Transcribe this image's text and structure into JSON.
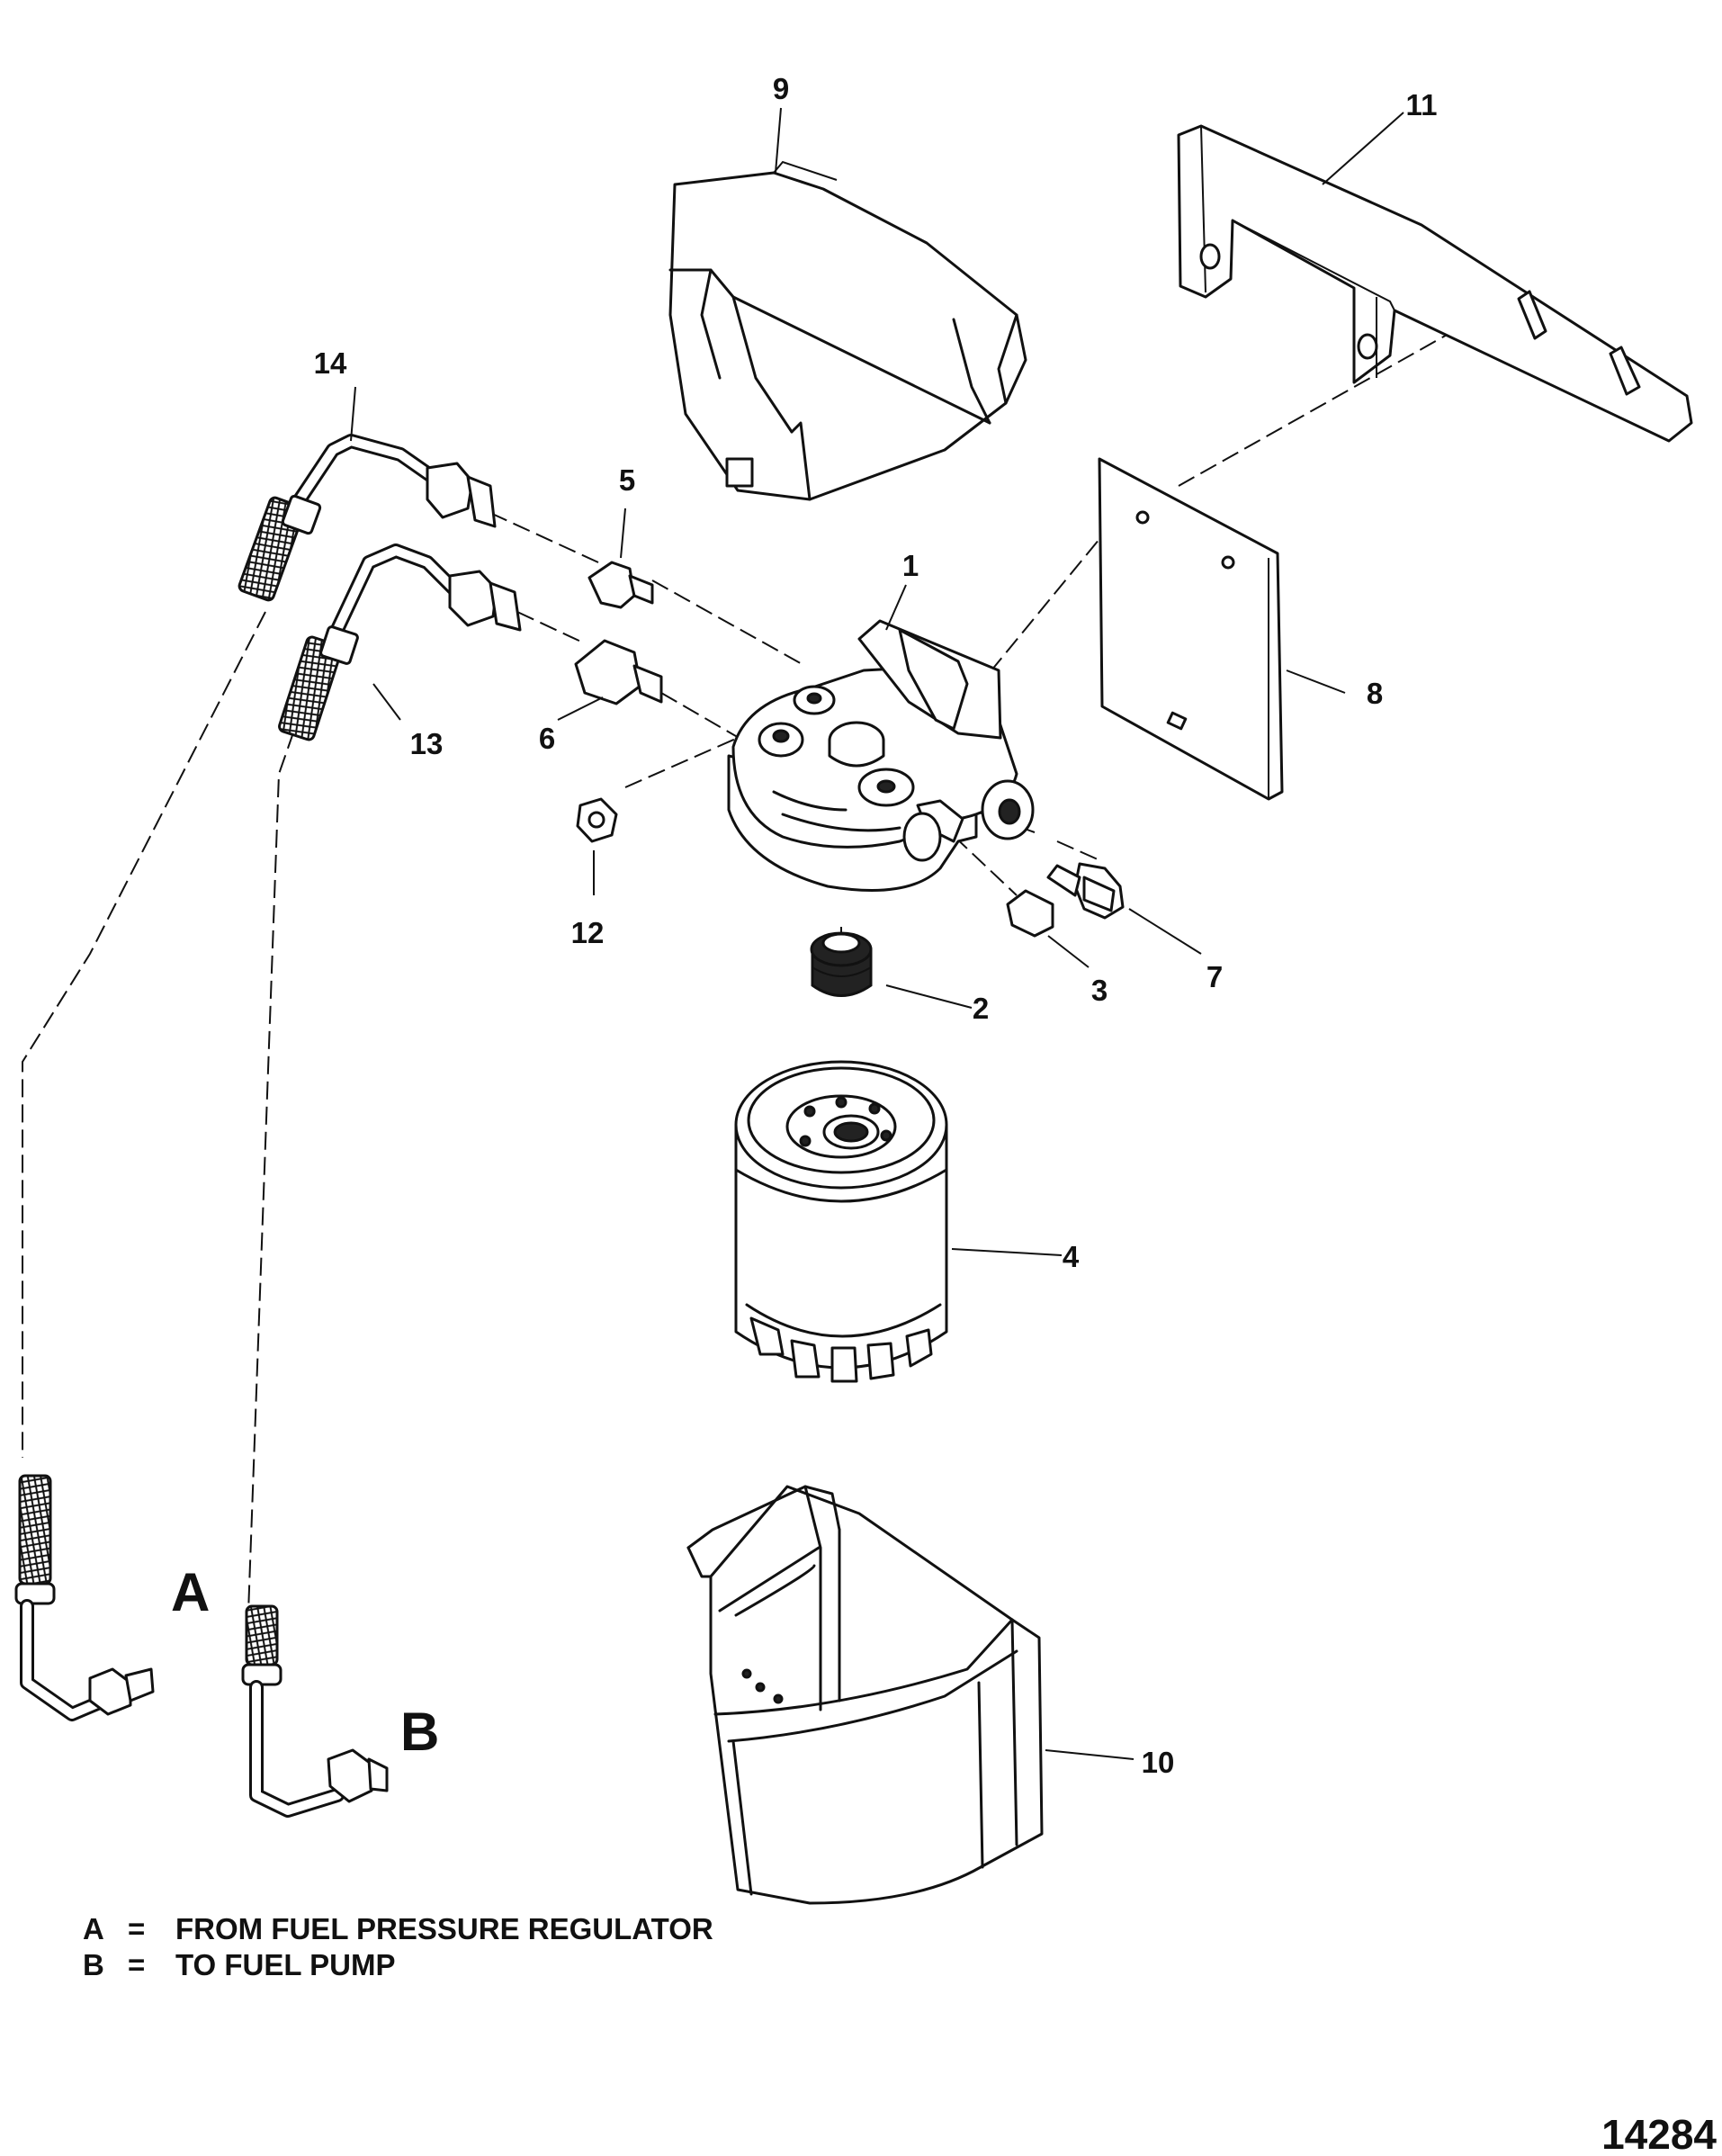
{
  "callouts": {
    "c1": "1",
    "c2": "2",
    "c3": "3",
    "c4": "4",
    "c5": "5",
    "c6": "6",
    "c7": "7",
    "c8": "8",
    "c9": "9",
    "c10": "10",
    "c11": "11",
    "c12": "12",
    "c13": "13",
    "c14": "14"
  },
  "letters": {
    "a": "A",
    "b": "B"
  },
  "legend": {
    "a_key": "A",
    "a_eq": "=",
    "a_text": "FROM FUEL PRESSURE REGULATOR",
    "b_key": "B",
    "b_eq": "=",
    "b_text": "TO FUEL PUMP"
  },
  "figure_number": "14284"
}
